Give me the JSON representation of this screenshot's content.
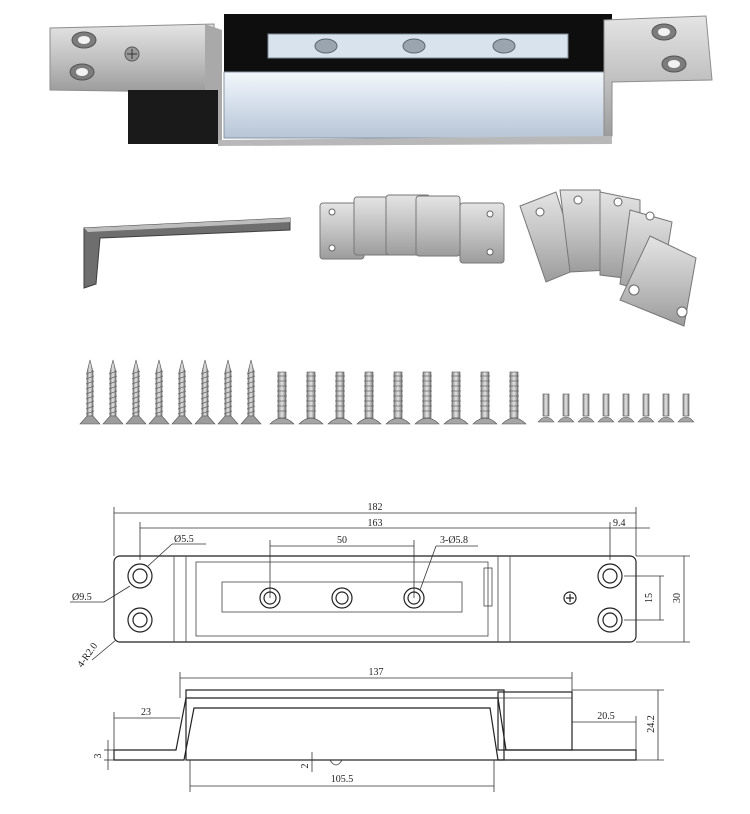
{
  "dimensions": {
    "overall_length": "182",
    "hole_spacing": "163",
    "edge_offset": "9.4",
    "mount_hole": "Ø5.5",
    "center_spacing": "50",
    "center_holes": "3-Ø5.8",
    "counterbore": "Ø9.5",
    "corner_radius": "4-R2.0",
    "hole_pitch": "15",
    "width": "30",
    "body_length": "137",
    "flange_left": "23",
    "flange_right": "20.5",
    "height": "24.2",
    "thickness": "3",
    "small_gap": "2",
    "base_length": "105.5"
  },
  "colors": {
    "steel": "#c9c9c9",
    "steel_dark": "#9a9a9a",
    "housing": "#111111",
    "armature": "#dfe7f0",
    "drawing_line": "#222222"
  }
}
